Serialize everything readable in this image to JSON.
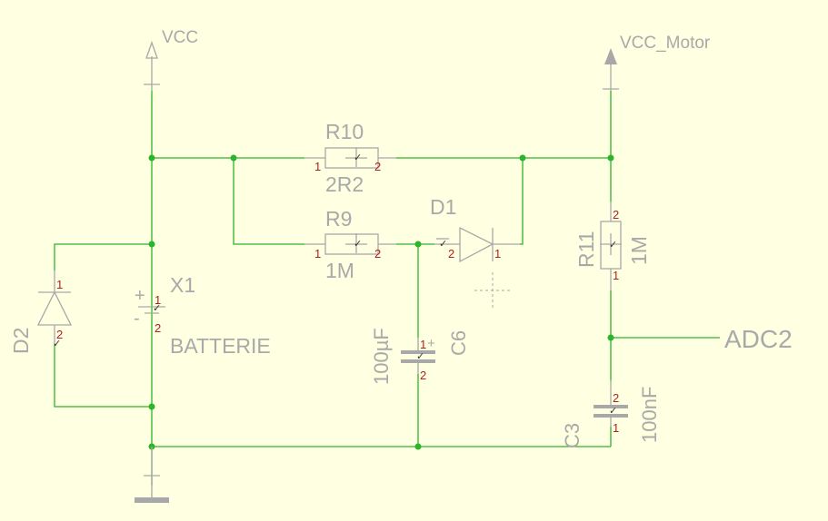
{
  "supplies": {
    "vcc": "VCC",
    "vcc_motor": "VCC_Motor"
  },
  "net_label": "ADC2",
  "components": {
    "r10": {
      "name": "R10",
      "value": "2R2",
      "pin1": "1",
      "pin2": "2"
    },
    "r9": {
      "name": "R9",
      "value": "1M",
      "pin1": "1",
      "pin2": "2"
    },
    "r11": {
      "name": "R11",
      "value": "1M",
      "pin1": "1",
      "pin2": "2"
    },
    "d1": {
      "name": "D1",
      "pin1": "1",
      "pin2": "2"
    },
    "d2": {
      "name": "D2",
      "pin1": "1",
      "pin2": "2"
    },
    "x1": {
      "name": "X1",
      "value": "BATTERIE",
      "pin1": "1",
      "pin2": "2",
      "plus": "+",
      "minus": "-"
    },
    "c6": {
      "name": "C6",
      "value": "100µF",
      "pin1": "1",
      "pin2": "2",
      "plus": "+"
    },
    "c3": {
      "name": "C3",
      "value": "100nF",
      "pin1": "1",
      "pin2": "2"
    }
  },
  "colors": {
    "background": "#ffffe1",
    "wire": "#2bb52b",
    "symbol": "#a8a8a8",
    "pin_number": "#b02020"
  }
}
